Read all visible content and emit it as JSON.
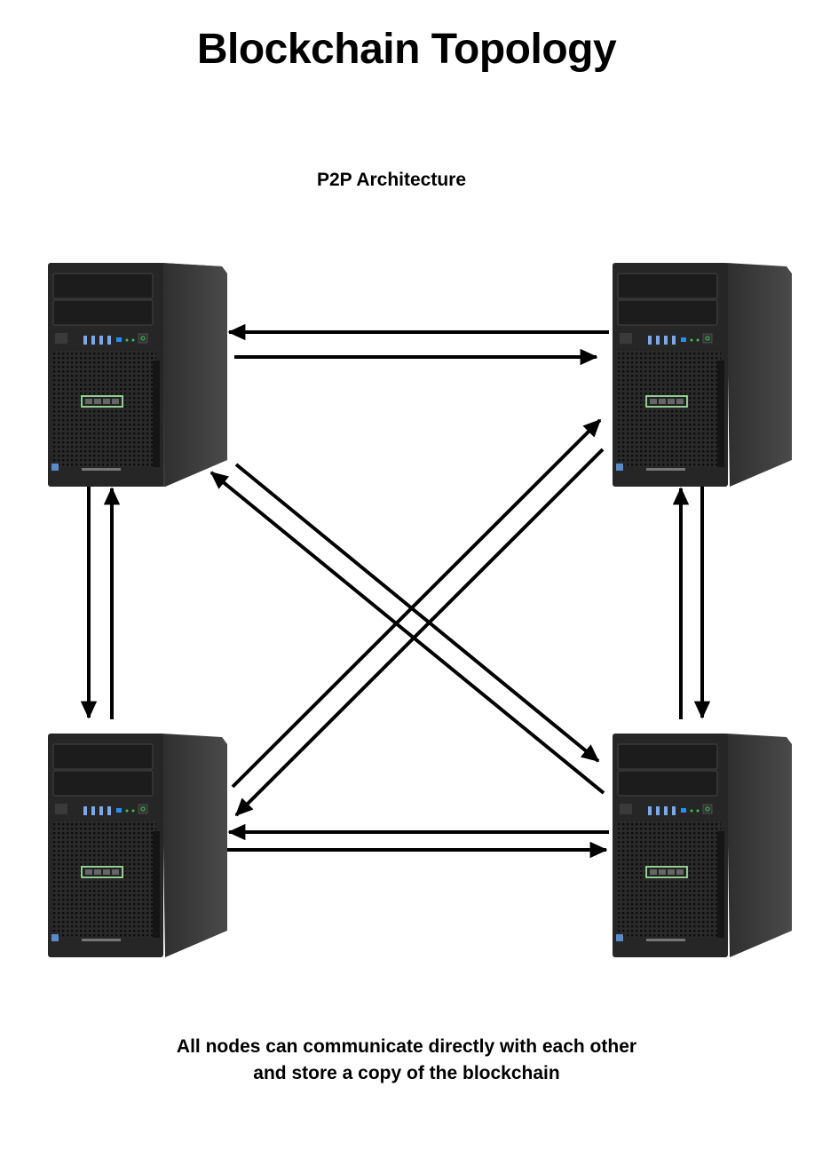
{
  "title": "Blockchain Topology",
  "subtitle": "P2P Architecture",
  "caption": {
    "line1": "All nodes can communicate directly with each other",
    "line2": "and store a copy of the blockchain"
  },
  "colors": {
    "arrow": "#000000",
    "server_front": "#2b2b2b",
    "server_side": "#3a3a3a",
    "status_led": "#37c84a",
    "accent_blue": "#1e90ff",
    "bezel_green": "#9adf9a"
  },
  "nodes": [
    {
      "id": "node-top-left",
      "icon": "tower-server-icon"
    },
    {
      "id": "node-top-right",
      "icon": "tower-server-icon"
    },
    {
      "id": "node-bottom-left",
      "icon": "tower-server-icon"
    },
    {
      "id": "node-bottom-right",
      "icon": "tower-server-icon"
    }
  ],
  "connections": [
    {
      "from": "node-top-right",
      "to": "node-top-left"
    },
    {
      "from": "node-top-left",
      "to": "node-top-right"
    },
    {
      "from": "node-bottom-right",
      "to": "node-bottom-left"
    },
    {
      "from": "node-bottom-left",
      "to": "node-bottom-right"
    },
    {
      "from": "node-top-left",
      "to": "node-bottom-left"
    },
    {
      "from": "node-bottom-left",
      "to": "node-top-left"
    },
    {
      "from": "node-bottom-right",
      "to": "node-top-right"
    },
    {
      "from": "node-top-right",
      "to": "node-bottom-right"
    },
    {
      "from": "node-bottom-right",
      "to": "node-top-left"
    },
    {
      "from": "node-top-left",
      "to": "node-bottom-right"
    },
    {
      "from": "node-bottom-left",
      "to": "node-top-right"
    },
    {
      "from": "node-top-right",
      "to": "node-bottom-left"
    }
  ]
}
